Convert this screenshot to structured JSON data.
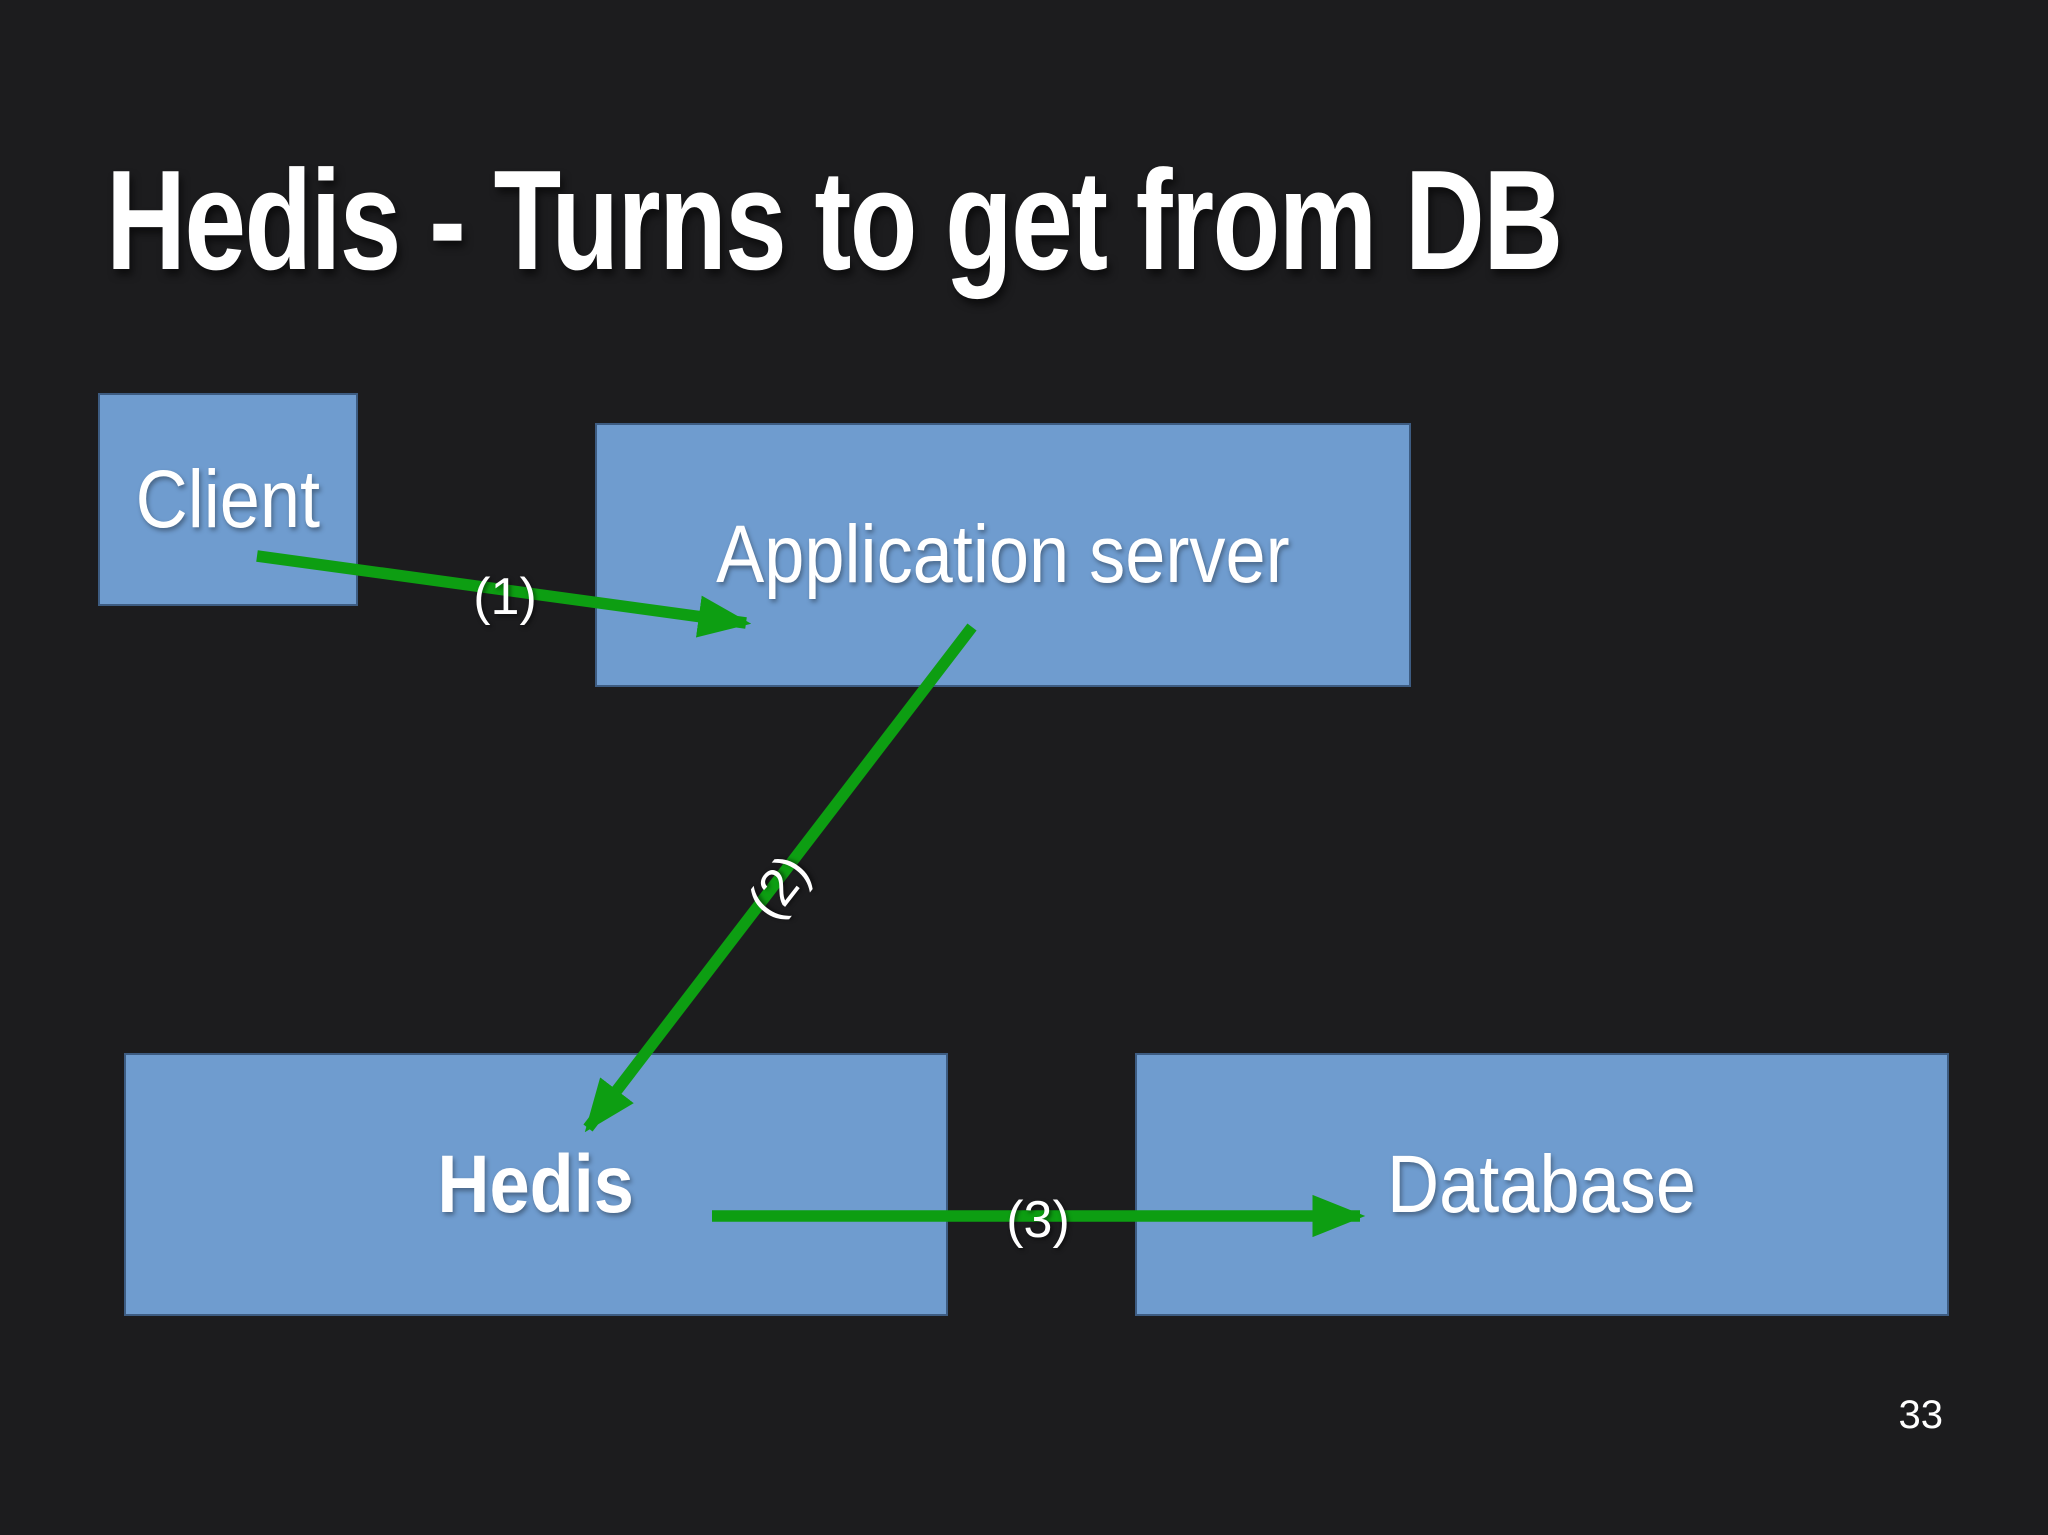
{
  "slide": {
    "title": "Hedis - Turns to get from DB",
    "page_number": "33",
    "colors": {
      "background": "#1c1c1e",
      "box_fill": "#6f9ccf",
      "box_border": "#3d5c82",
      "arrow_green": "#0d9e12",
      "text": "#ffffff"
    }
  },
  "boxes": [
    {
      "id": "client",
      "label": "Client"
    },
    {
      "id": "app-server",
      "label": "Application server"
    },
    {
      "id": "hedis",
      "label": "Hedis"
    },
    {
      "id": "database",
      "label": "Database"
    }
  ],
  "arrows": [
    {
      "id": "1",
      "label": "(1)",
      "from": "client",
      "to": "app-server"
    },
    {
      "id": "2",
      "label": "(2)",
      "from": "app-server",
      "to": "hedis"
    },
    {
      "id": "3",
      "label": "(3)",
      "from": "hedis",
      "to": "database"
    }
  ]
}
